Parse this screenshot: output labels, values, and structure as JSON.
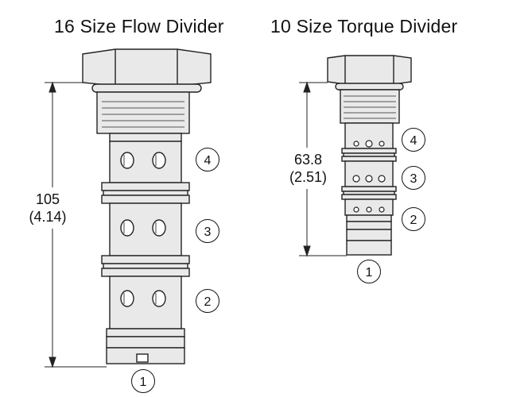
{
  "titles": {
    "left": "16 Size Flow Divider",
    "right": "10 Size Torque Divider"
  },
  "dimensions": {
    "left": {
      "mm": "105",
      "inch": "(4.14)"
    },
    "right": {
      "mm": "63.8",
      "inch": "(2.51)"
    }
  },
  "ports": {
    "left": [
      "4",
      "3",
      "2",
      "1"
    ],
    "right": [
      "4",
      "3",
      "2",
      "1"
    ]
  },
  "colors": {
    "body_fill": "#e9e9e9",
    "stroke": "#222222"
  }
}
